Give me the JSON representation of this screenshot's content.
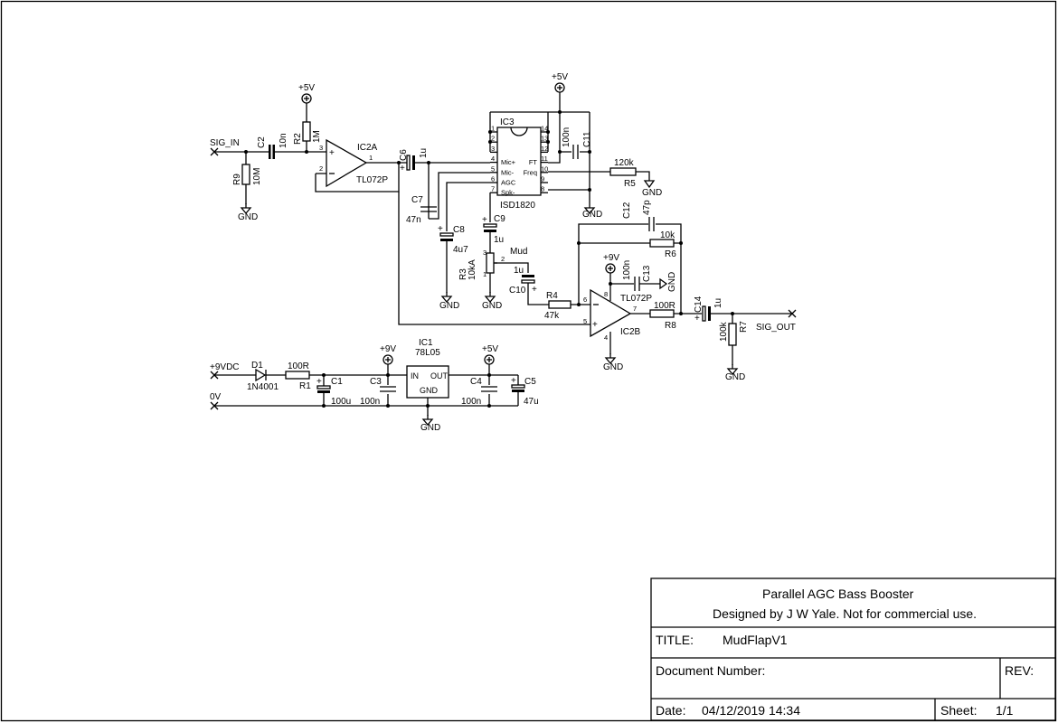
{
  "schematic": {
    "nets": {
      "sig_in": "SIG_IN",
      "sig_out": "SIG_OUT",
      "v9dc": "+9VDC",
      "v0": "0V",
      "p5": "+5V",
      "p9": "+9V",
      "gnd": "GND"
    },
    "ic2a": {
      "ref": "IC2A",
      "value": "TL072P",
      "pin_plus": "3",
      "pin_minus": "2",
      "pin_out": "1"
    },
    "ic2b": {
      "ref": "IC2B",
      "value": "TL072P",
      "pin_minus": "6",
      "pin_plus": "5",
      "pin_out": "7",
      "pin_vp": "8",
      "pin_vn": "4"
    },
    "ic3": {
      "ref": "IC3",
      "value": "ISD1820",
      "left_pins": [
        {
          "num": "1",
          "name": ""
        },
        {
          "num": "2",
          "name": ""
        },
        {
          "num": "3",
          "name": ""
        },
        {
          "num": "4",
          "name": "Mic+"
        },
        {
          "num": "5",
          "name": "Mic-"
        },
        {
          "num": "6",
          "name": "AGC"
        },
        {
          "num": "7",
          "name": "Spk-"
        }
      ],
      "right_pins": [
        {
          "num": "14",
          "name": ""
        },
        {
          "num": "13",
          "name": ""
        },
        {
          "num": "12",
          "name": ""
        },
        {
          "num": "11",
          "name": "FT"
        },
        {
          "num": "10",
          "name": "Freq"
        },
        {
          "num": "9",
          "name": ""
        },
        {
          "num": "8",
          "name": ""
        }
      ]
    },
    "ic1": {
      "ref": "IC1",
      "value": "78L05",
      "in": "IN",
      "out": "OUT",
      "gnd": "GND"
    },
    "d1": {
      "ref": "D1",
      "value": "1N4001"
    },
    "resistors": {
      "r1": {
        "ref": "R1",
        "value": "100R"
      },
      "r2": {
        "ref": "R2",
        "value": "1M"
      },
      "r3": {
        "ref": "R3",
        "value": "10kA",
        "label": "Mud",
        "pin1": "1",
        "pin2": "2",
        "pin3": "3"
      },
      "r4": {
        "ref": "R4",
        "value": "47k"
      },
      "r5": {
        "ref": "R5",
        "value": "120k"
      },
      "r6": {
        "ref": "R6",
        "value": "10k"
      },
      "r7": {
        "ref": "R7",
        "value": "100k"
      },
      "r8": {
        "ref": "R8",
        "value": "100R"
      },
      "r9": {
        "ref": "R9",
        "value": "10M"
      }
    },
    "capacitors": {
      "c1": {
        "ref": "C1",
        "value": "100u"
      },
      "c2": {
        "ref": "C2",
        "value": "10n"
      },
      "c3": {
        "ref": "C3",
        "value": "100n"
      },
      "c4": {
        "ref": "C4",
        "value": "100n"
      },
      "c5": {
        "ref": "C5",
        "value": "47u"
      },
      "c6": {
        "ref": "C6",
        "value": "1u"
      },
      "c7": {
        "ref": "C7",
        "value": "47n"
      },
      "c8": {
        "ref": "C8",
        "value": "4u7"
      },
      "c9": {
        "ref": "C9",
        "value": "1u"
      },
      "c10": {
        "ref": "C10",
        "value": "1u"
      },
      "c11": {
        "ref": "C11",
        "value": "100n"
      },
      "c12": {
        "ref": "C12",
        "value": "47p"
      },
      "c13": {
        "ref": "C13",
        "value": "100n"
      },
      "c14": {
        "ref": "C14",
        "value": "1u"
      }
    },
    "plus_sign": "+"
  },
  "title_block": {
    "project": "Parallel AGC Bass Booster",
    "designer": "Designed by J W Yale. Not for commercial use.",
    "title_label": "TITLE:",
    "title_value": "MudFlapV1",
    "docnum_label": "Document Number:",
    "rev_label": "REV:",
    "date_label": "Date:",
    "date_value": "04/12/2019 14:34",
    "sheet_label": "Sheet:",
    "sheet_value": "1/1"
  }
}
